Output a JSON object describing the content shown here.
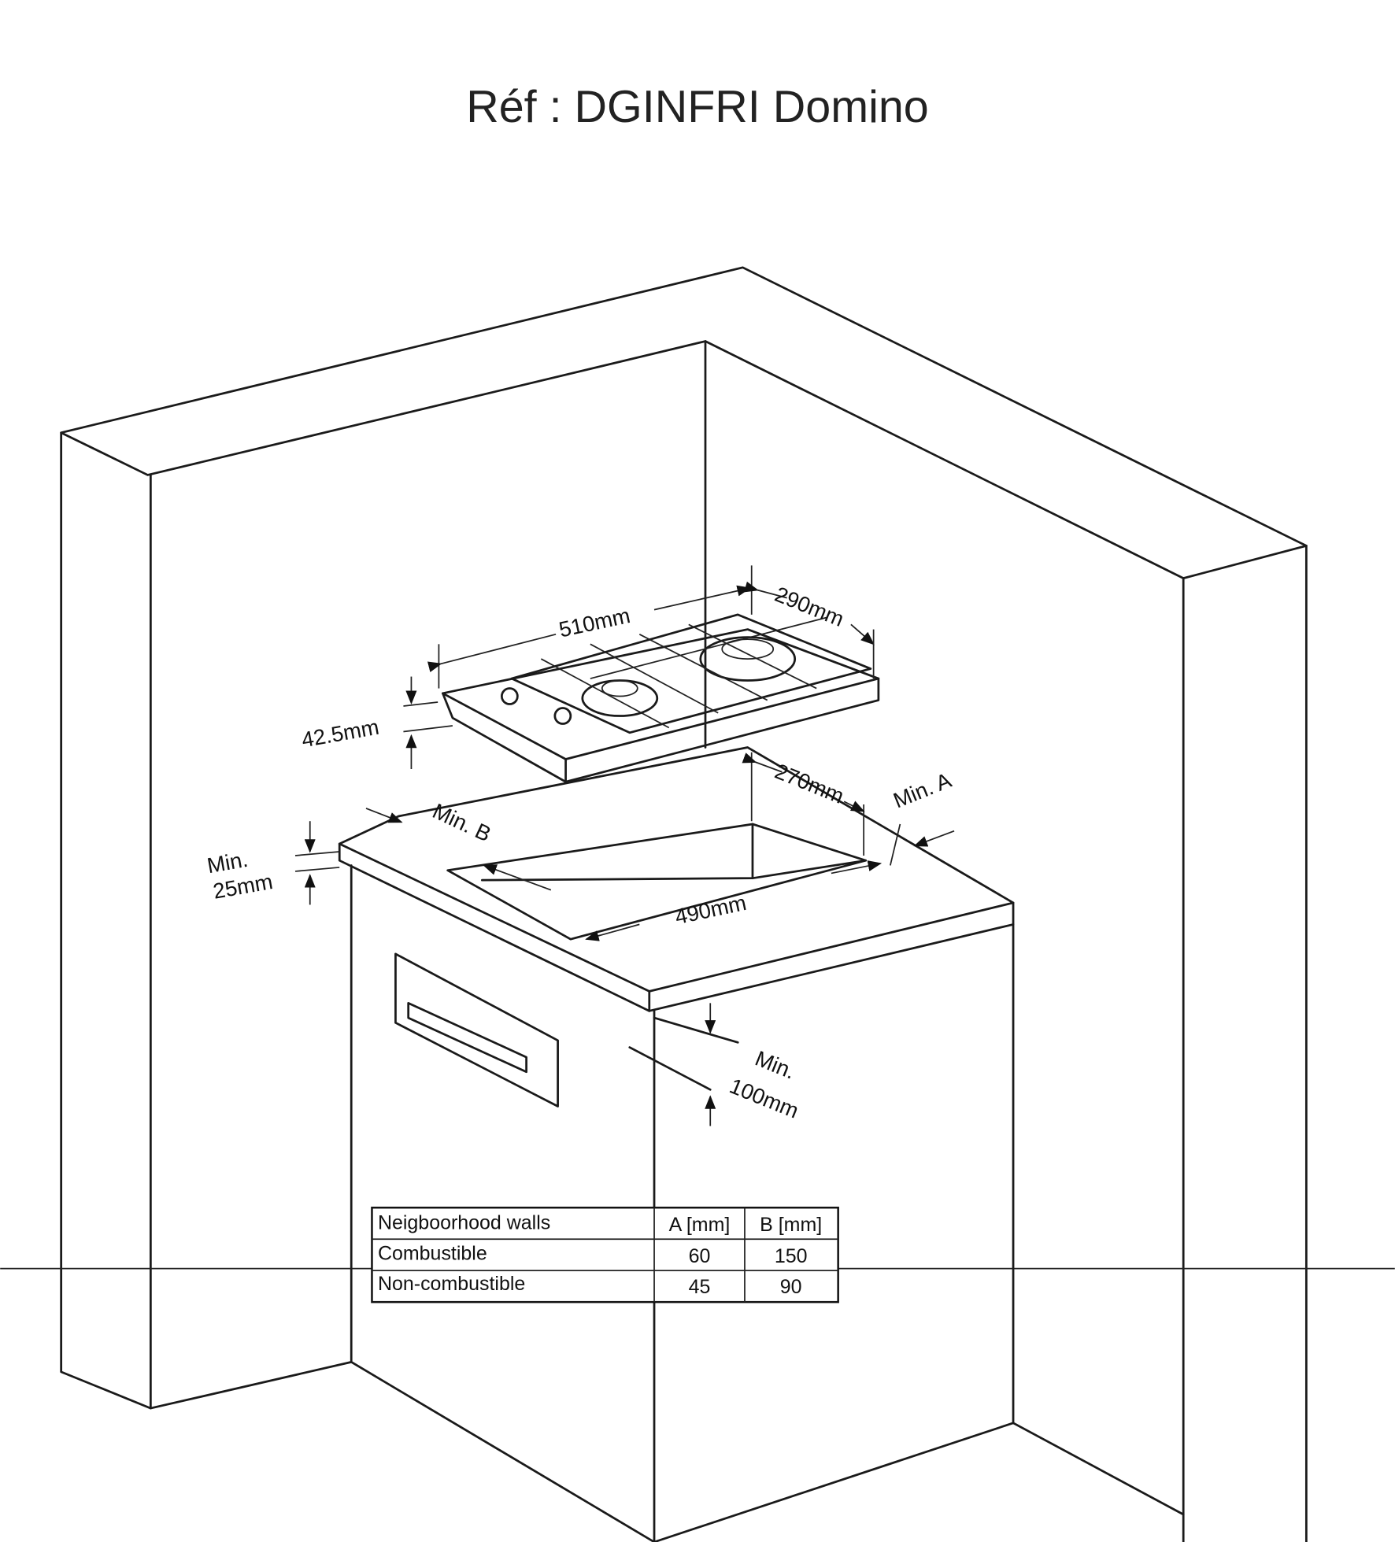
{
  "title": "Réf : DGINFRI Domino",
  "dimensions": {
    "width": "510mm",
    "depth": "290mm",
    "height": "42.5mm",
    "cutout_depth": "270mm",
    "cutout_width": "490mm",
    "min_a": "Min. A",
    "min_b": "Min. B",
    "min_25_line1": "Min.",
    "min_25_line2": "25mm",
    "min_100_line1": "Min.",
    "min_100_line2": "100mm"
  },
  "table": {
    "headers": [
      "Neigboorhood walls",
      "A [mm]",
      "B [mm]"
    ],
    "rows": [
      [
        "Combustible",
        "60",
        "150"
      ],
      [
        "Non-combustible",
        "45",
        "90"
      ]
    ]
  }
}
